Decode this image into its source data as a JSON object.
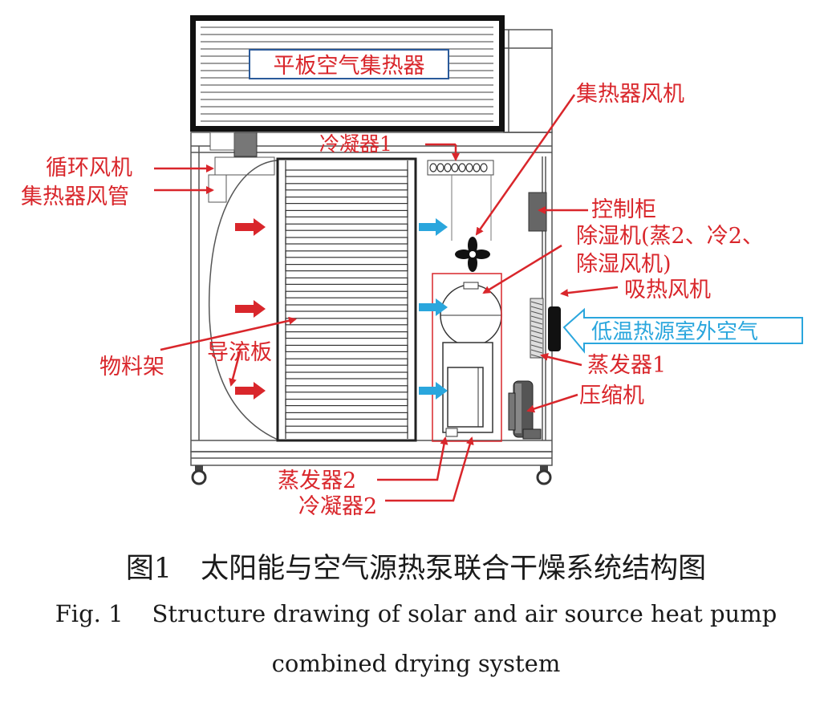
{
  "labels": {
    "collector": "平板空气集热器",
    "collector_fan": "集热器风机",
    "condenser1": "冷凝器1",
    "circ_fan": "循环风机",
    "collector_duct": "集热器风管",
    "control_cabinet": "控制柜",
    "dehumidifier": [
      "除湿机(蒸2、冷2、",
      "除湿风机)"
    ],
    "heat_fan": "吸热风机",
    "outdoor_air": "低温热源室外空气",
    "evaporator1": "蒸发器1",
    "compressor": "压缩机",
    "material_rack": "物料架",
    "deflector": "导流板",
    "evaporator2": "蒸发器2",
    "condenser2": "冷凝器2"
  },
  "caption": {
    "cn_num": "图1",
    "cn_text": "太阳能与空气源热泵联合干燥系统结构图",
    "en_num": "Fig. 1",
    "en_line1": "Structure drawing of solar and air source heat pump",
    "en_line2": "combined drying system"
  },
  "colors": {
    "label_red": "#d9262b",
    "flow_blue": "#2aa6dd",
    "line_gray": "#555555"
  }
}
